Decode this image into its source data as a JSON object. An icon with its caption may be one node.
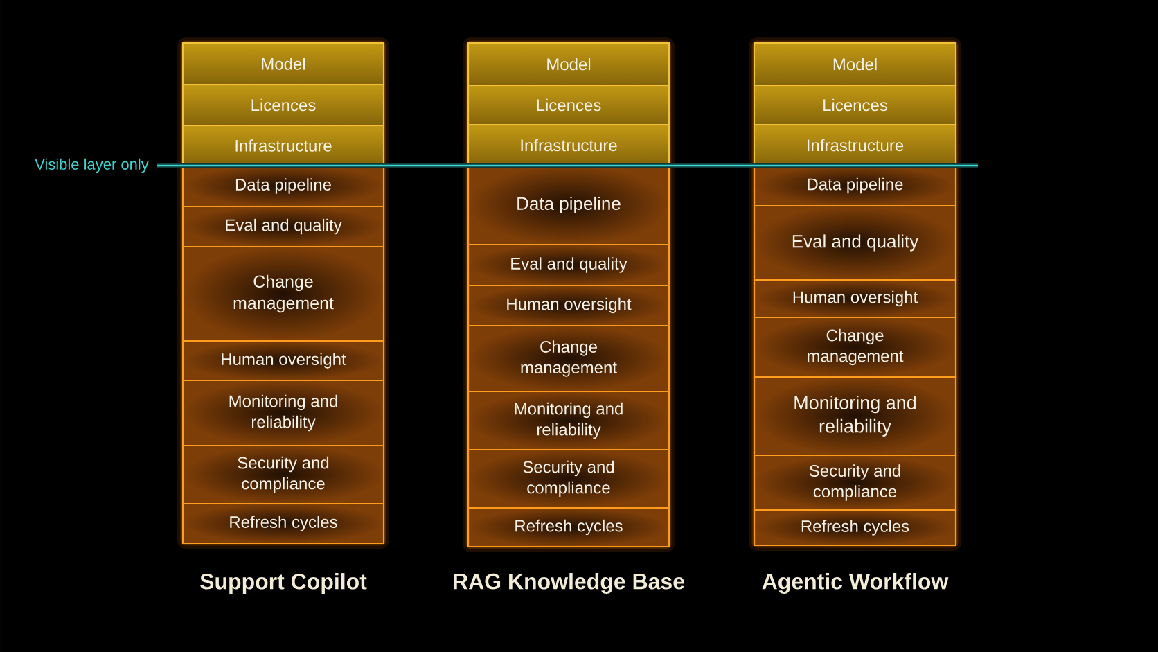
{
  "diagram": {
    "nodes": [
      {
        "text": [
          "Support Copilot"
        ]
      },
      {
        "text": [
          "Model"
        ],
        "in": 0
      },
      {
        "text": [
          "Licences"
        ],
        "in": 0
      },
      {
        "text": [
          "Infrastructure"
        ],
        "in": 0
      },
      {
        "text": [
          "Data pipeline"
        ],
        "in": 0
      },
      {
        "text": [
          "Eval and quality"
        ],
        "in": 0
      },
      {
        "text": [
          "Change management"
        ],
        "in": 0
      },
      {
        "text": [
          "Human oversight"
        ],
        "in": 0
      },
      {
        "text": [
          "Monitoring and reliability"
        ],
        "in": 0
      },
      {
        "text": [
          "Security and compliance"
        ],
        "in": 0
      },
      {
        "text": [
          "Refresh cycles"
        ],
        "in": 0
      },
      {
        "text": [
          "RAG Knowledge Base"
        ]
      },
      {
        "text": [
          "Model"
        ],
        "in": 11
      },
      {
        "text": [
          "Licences"
        ],
        "in": 11
      },
      {
        "text": [
          "Infrastructure"
        ],
        "in": 11
      },
      {
        "text": [
          "Data pipeline"
        ],
        "in": 11
      },
      {
        "text": [
          "Eval and quality"
        ],
        "in": 11
      },
      {
        "text": [
          "Human oversight"
        ],
        "in": 11
      },
      {
        "text": [
          "Change management"
        ],
        "in": 11
      },
      {
        "text": [
          "Monitoring and reliability"
        ],
        "in": 11
      },
      {
        "text": [
          "Security and compliance"
        ],
        "in": 11
      },
      {
        "text": [
          "Refresh cycles"
        ],
        "in": 11
      },
      {
        "text": [
          "Agentic Workflow"
        ]
      },
      {
        "text": [
          "Model"
        ],
        "in": 22
      },
      {
        "text": [
          "Licences"
        ],
        "in": 22
      },
      {
        "text": [
          "Infrastructure"
        ],
        "in": 22
      },
      {
        "text": [
          "Data pipeline"
        ],
        "in": 22
      },
      {
        "text": [
          "Eval and quality"
        ],
        "in": 22
      },
      {
        "text": [
          "Human oversight"
        ],
        "in": 22
      },
      {
        "text": [
          "Change management"
        ],
        "in": 22
      },
      {
        "text": [
          "Monitoring and reliability"
        ],
        "in": 22
      },
      {
        "text": [
          "Security and compliance"
        ],
        "in": 22
      },
      {
        "text": [
          "Refresh cycles"
        ],
        "in": 22
      }
    ],
    "labels": [
      "Visible layer only"
    ]
  }
}
